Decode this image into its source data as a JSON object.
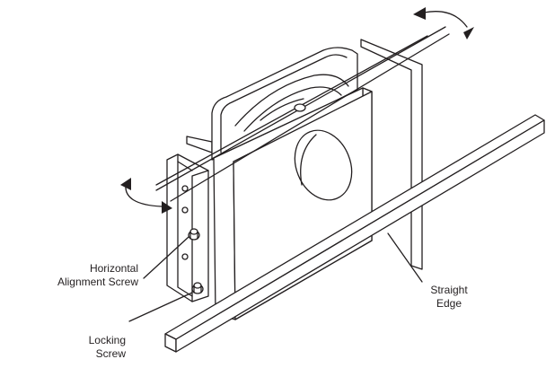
{
  "labels": {
    "horizontal_alignment_screw": [
      "Horizontal",
      "Alignment Screw"
    ],
    "locking_screw": [
      "Locking",
      "Screw"
    ],
    "straight_edge": [
      "Straight",
      "Edge"
    ]
  },
  "colors": {
    "ink": "#231f20",
    "background": "#ffffff"
  }
}
